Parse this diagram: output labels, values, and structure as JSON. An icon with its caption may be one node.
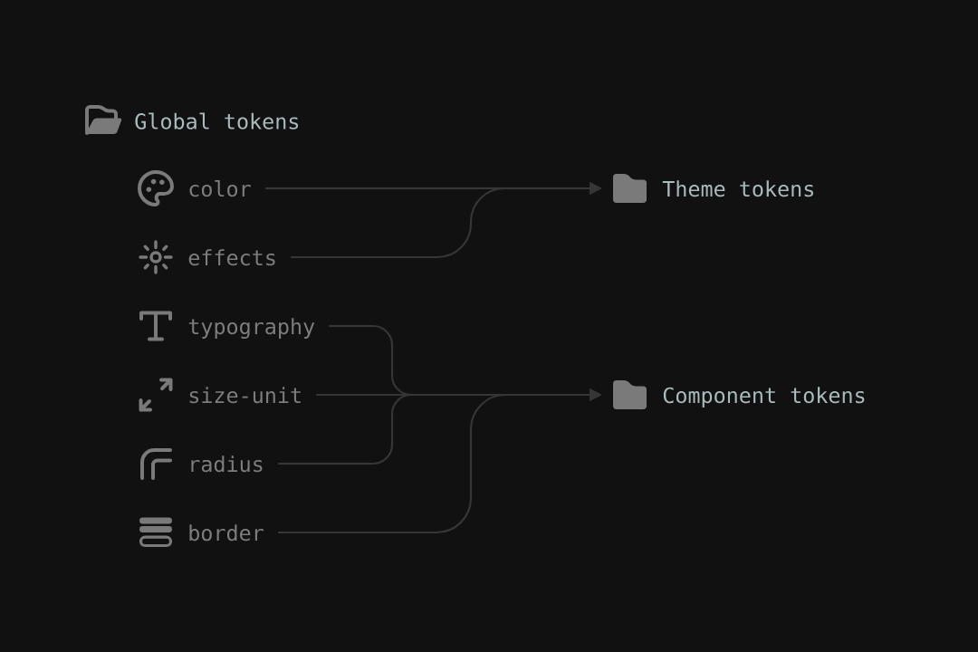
{
  "diagram": {
    "nodes": [
      {
        "text": [
          "color"
        ]
      },
      {
        "text": [
          "effects"
        ]
      },
      {
        "text": [
          "typography"
        ]
      },
      {
        "text": [
          "size-unit"
        ]
      },
      {
        "text": [
          "radius"
        ]
      },
      {
        "text": [
          "border"
        ]
      },
      {
        "text": [
          "Theme tokens"
        ]
      },
      {
        "text": [
          "Component tokens"
        ]
      }
    ],
    "edges": [
      {
        "from": 0,
        "to": 6,
        "arrow": "to"
      },
      {
        "from": 1,
        "to": 6,
        "arrow": "to"
      },
      {
        "from": 2,
        "to": 7,
        "arrow": "to"
      },
      {
        "from": 3,
        "to": 7,
        "arrow": "to"
      },
      {
        "from": 4,
        "to": 7,
        "arrow": "to"
      },
      {
        "from": 5,
        "to": 7,
        "arrow": "to"
      }
    ],
    "labels": [
      "Global tokens"
    ]
  }
}
